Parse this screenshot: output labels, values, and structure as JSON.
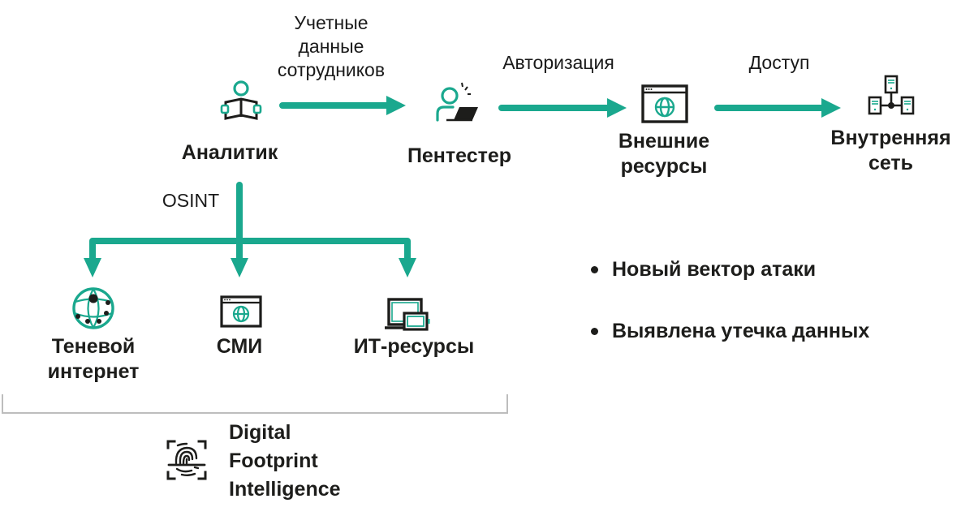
{
  "colors": {
    "accent": "#1aa88e",
    "ink": "#1d1d1b",
    "bracket": "#bdbdbd"
  },
  "nodes": {
    "analyst": {
      "label": "Аналитик",
      "icon": "reader-book-icon"
    },
    "pentester": {
      "label": "Пентестер",
      "icon": "person-laptop-icon"
    },
    "external": {
      "label_line1": "Внешние",
      "label_line2": "ресурсы",
      "icon": "browser-globe-icon"
    },
    "internal": {
      "label_line1": "Внутренняя",
      "label_line2": "сеть",
      "icon": "network-servers-icon"
    },
    "darkweb": {
      "label_line1": "Теневой",
      "label_line2": "интернет",
      "icon": "globe-network-icon"
    },
    "media": {
      "label": "СМИ",
      "icon": "browser-globe-icon"
    },
    "it": {
      "label": "ИТ-ресурсы",
      "icon": "devices-icon"
    }
  },
  "edges": {
    "credentials": {
      "line1": "Учетные",
      "line2": "данные",
      "line3": "сотрудников"
    },
    "auth": {
      "label": "Авторизация"
    },
    "access": {
      "label": "Доступ"
    },
    "osint": {
      "label": "OSINT"
    }
  },
  "results": [
    "Новый вектор атаки",
    "Выявлена утечка данных"
  ],
  "product": {
    "line1": "Digital",
    "line2": "Footprint",
    "line3": "Intelligence",
    "icon": "fingerprint-scan-icon"
  }
}
